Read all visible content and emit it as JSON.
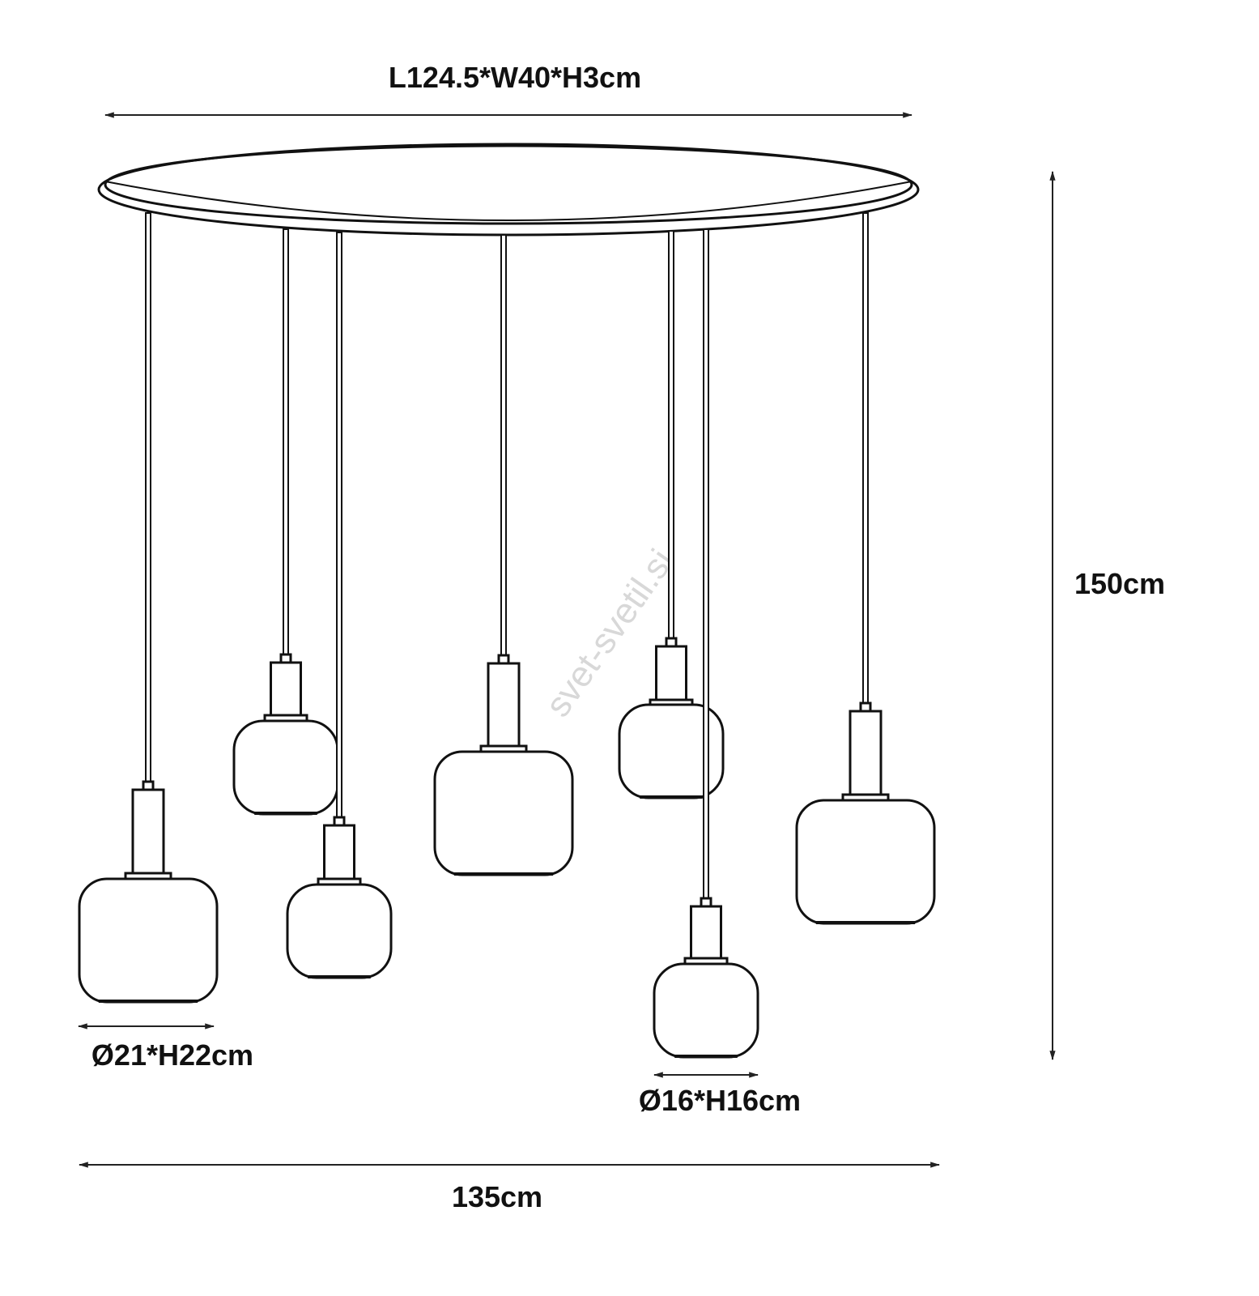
{
  "diagram": {
    "dimensions": {
      "canopy": "L124.5*W40*H3cm",
      "total_height": "150cm",
      "large_shade": "Ø21*H22cm",
      "small_shade": "Ø16*H16cm",
      "total_width": "135cm"
    },
    "watermark": "svet-svetil.si",
    "pendant_count": 7
  }
}
